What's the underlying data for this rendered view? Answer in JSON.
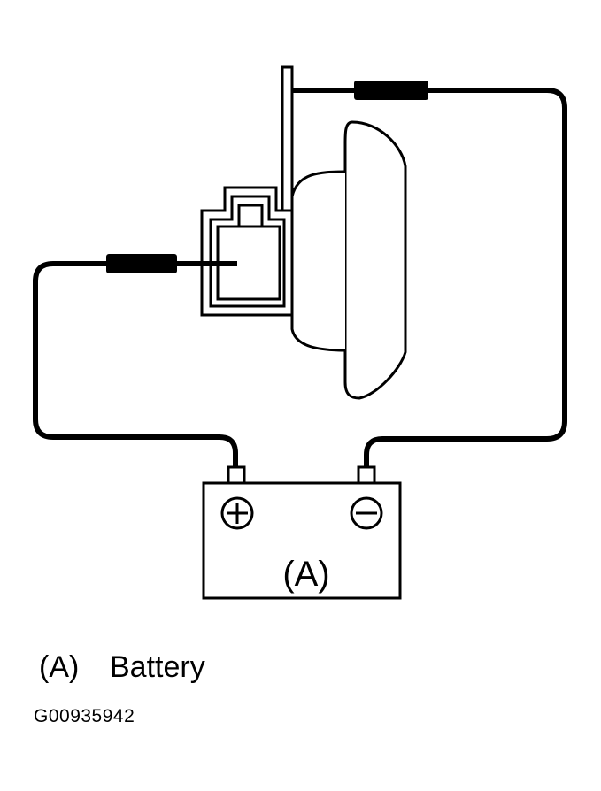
{
  "battery": {
    "label": "(A)",
    "positive_symbol": "plus-circle-icon",
    "negative_symbol": "minus-circle-icon"
  },
  "legend": {
    "items": [
      {
        "key": "(A)",
        "text": "Battery"
      }
    ]
  },
  "figure_id": "G00935942",
  "colors": {
    "line": "#000000",
    "background": "#ffffff"
  }
}
